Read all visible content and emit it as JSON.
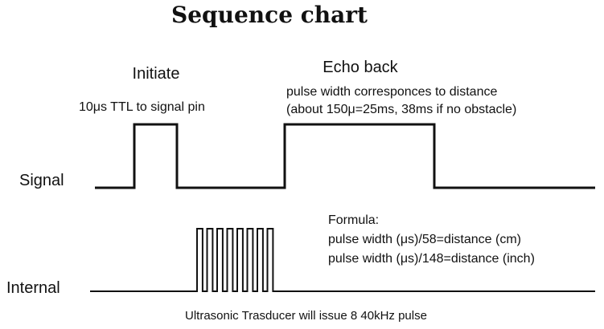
{
  "title": "Sequence chart",
  "signal": {
    "label": "Signal",
    "initiate_title": "Initiate",
    "initiate_note": "10μs TTL to signal pin",
    "echo_title": "Echo back",
    "echo_note_1": "pulse width corresponces to distance",
    "echo_note_2": "(about 150μ=25ms, 38ms if no obstacle)"
  },
  "internal": {
    "label": "Internal",
    "pulse_count": 8,
    "formula_title": "Formula:",
    "formula_cm": "pulse width (μs)/58=distance (cm)",
    "formula_inch": "pulse width (μs)/148=distance (inch)",
    "caption": "Ultrasonic Trasducer will issue 8 40kHz pulse"
  }
}
